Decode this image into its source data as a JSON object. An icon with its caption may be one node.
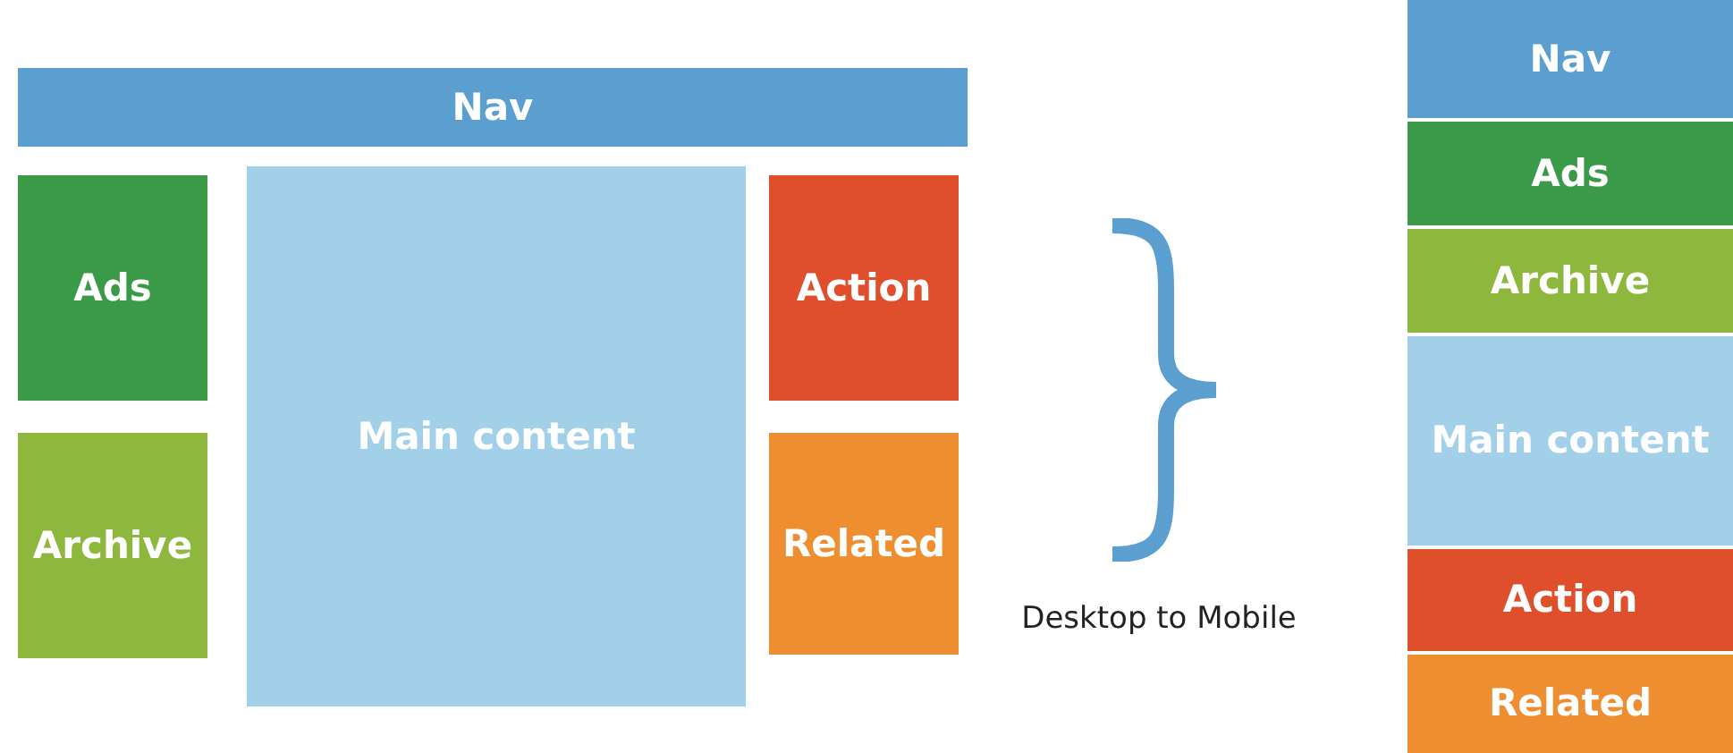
{
  "diagram": {
    "nodes": [
      {
        "text": [
          "Nav"
        ]
      },
      {
        "text": [
          "Ads"
        ]
      },
      {
        "text": [
          "Main content"
        ]
      },
      {
        "text": [
          "Action"
        ]
      },
      {
        "text": [
          "Archive"
        ]
      },
      {
        "text": [
          "Related"
        ]
      },
      {
        "text": [
          "Nav"
        ]
      },
      {
        "text": [
          "Ads"
        ]
      },
      {
        "text": [
          "Archive"
        ]
      },
      {
        "text": [
          "Main content"
        ]
      },
      {
        "text": [
          "Action"
        ]
      },
      {
        "text": [
          "Related"
        ]
      }
    ],
    "labels": [
      "Desktop to Mobile"
    ]
  }
}
